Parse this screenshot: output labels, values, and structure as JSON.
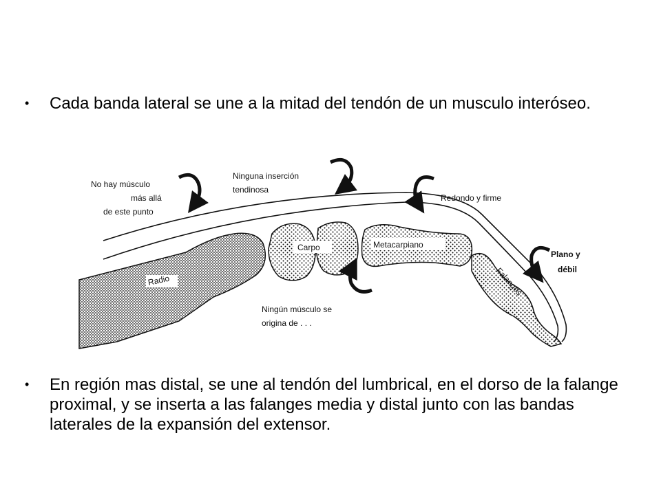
{
  "bullets": [
    {
      "text": "Cada banda lateral se une a la mitad del tendón de un musculo interóseo."
    },
    {
      "text": "En región mas distal, se une al tendón del lumbrical, en el dorso de la falange proximal, y se inserta a las falanges media y distal junto con las bandas laterales de la expansión del extensor."
    }
  ],
  "diagram": {
    "labels": {
      "no_muscle_1": "No hay músculo",
      "no_muscle_2": "más allá",
      "no_muscle_3": "de este punto",
      "no_insertion_1": "Ninguna inserción",
      "no_insertion_2": "tendinosa",
      "round_firm": "Redondo y firme",
      "flat_weak_1": "Plano y",
      "flat_weak_2": "débil",
      "no_origin_1": "Ningún músculo se",
      "no_origin_2": "origina de . . .",
      "radius": "Radio",
      "carpus": "Carpo",
      "metacarpal": "Metacarpiano",
      "phalanges": "Falanges"
    }
  }
}
